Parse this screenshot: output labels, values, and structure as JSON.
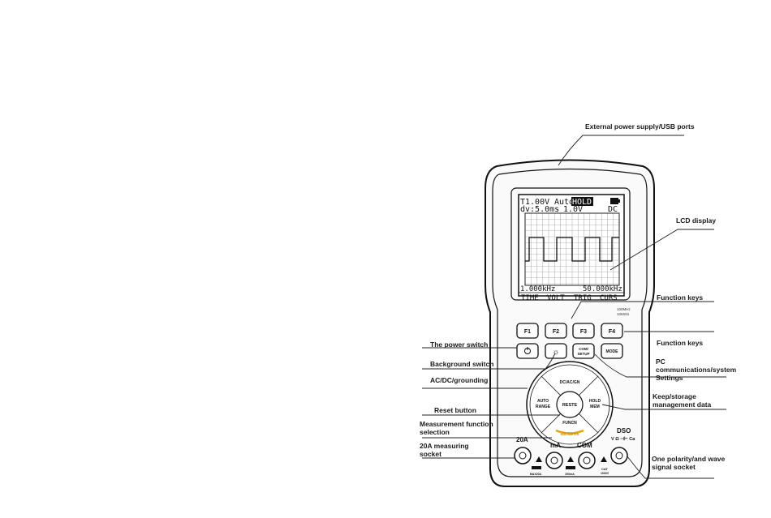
{
  "lcd": {
    "top_left": "T1.00V",
    "auto": "Auto",
    "hold": "HOLD",
    "row2_left": "dv:5.0ms",
    "row2_mid": "1.0V",
    "row2_right": "DC",
    "bottom_left": "1.000kHz",
    "bottom_right": "50.000kHz",
    "softkeys": [
      "TIME",
      "VOLT",
      "TRIG",
      "CURS"
    ]
  },
  "device_small_text": [
    "100MHz",
    "10MS/s"
  ],
  "keys": {
    "f1": "F1",
    "f2": "F2",
    "f3": "F3",
    "f4": "F4",
    "com_line1": "COM/",
    "com_line2": "SETUP",
    "mode": "MODE"
  },
  "dial": {
    "top": "DC/AC/GN",
    "left_line1": "AUTO",
    "left_line2": "RANGE",
    "right_line1": "HOLD",
    "right_line2": "MEM",
    "bottom": "FUNCN",
    "center": "RESTE",
    "logo": "MULTIMETER"
  },
  "jacks": {
    "a20": "20A",
    "ma": "mA",
    "com": "COM",
    "dso": "DSO",
    "dso_sub": "V Ω ⊣⊢ Ca",
    "cat": "CAT",
    "cat_sub": "1000V",
    "fused1": "MAX20A",
    "fused2": "200mA"
  },
  "callouts": {
    "usb": "External power supply/USB ports",
    "lcd": "LCD display",
    "function_keys_1": "Function keys",
    "function_keys_2": "Function keys",
    "power": "The power switch",
    "background": "Background switch",
    "pc": "PC  communications/system Settings",
    "acdc": "AC/DC/grounding",
    "keep": "Keep/storage management data",
    "reset": "Reset button",
    "measure": "Measurement function selection",
    "socket20a": "20A measuring socket",
    "polarity": "One polarity/and wave signal socket"
  }
}
